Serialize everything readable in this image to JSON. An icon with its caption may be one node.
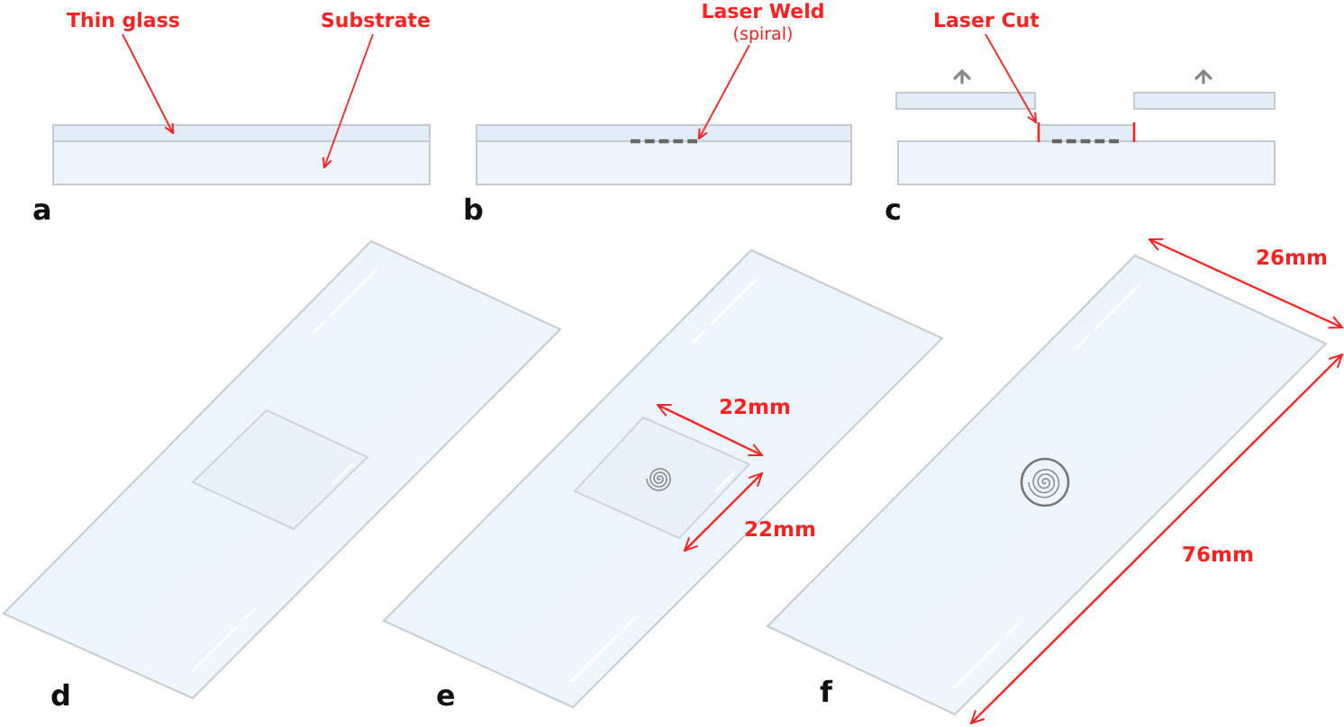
{
  "diagram": {
    "nodes": [
      {
        "text": [
          "Thin glass"
        ]
      },
      {
        "text": [],
        "shape": "box"
      },
      {
        "text": [
          "Substrate"
        ]
      },
      {
        "text": [],
        "shape": "box"
      },
      {
        "text": [
          "Laser Weld",
          "(spiral)"
        ]
      },
      {
        "text": [],
        "shape": "line"
      },
      {
        "text": [
          "Laser Cut"
        ]
      },
      {
        "text": [],
        "shape": "line"
      },
      {
        "text": [],
        "shape": "box"
      },
      {
        "text": [],
        "shape": "box"
      }
    ],
    "edges": [
      {
        "from": 0,
        "to": 1,
        "arrow": "to"
      },
      {
        "from": 2,
        "to": 3,
        "arrow": "to"
      },
      {
        "from": 4,
        "to": 5,
        "arrow": "to"
      },
      {
        "from": 6,
        "to": 7,
        "arrow": "to"
      }
    ],
    "labels": [
      "a",
      "b",
      "c",
      "26mm",
      "22mm",
      "22mm",
      "76mm",
      "d",
      "e",
      "f"
    ]
  }
}
